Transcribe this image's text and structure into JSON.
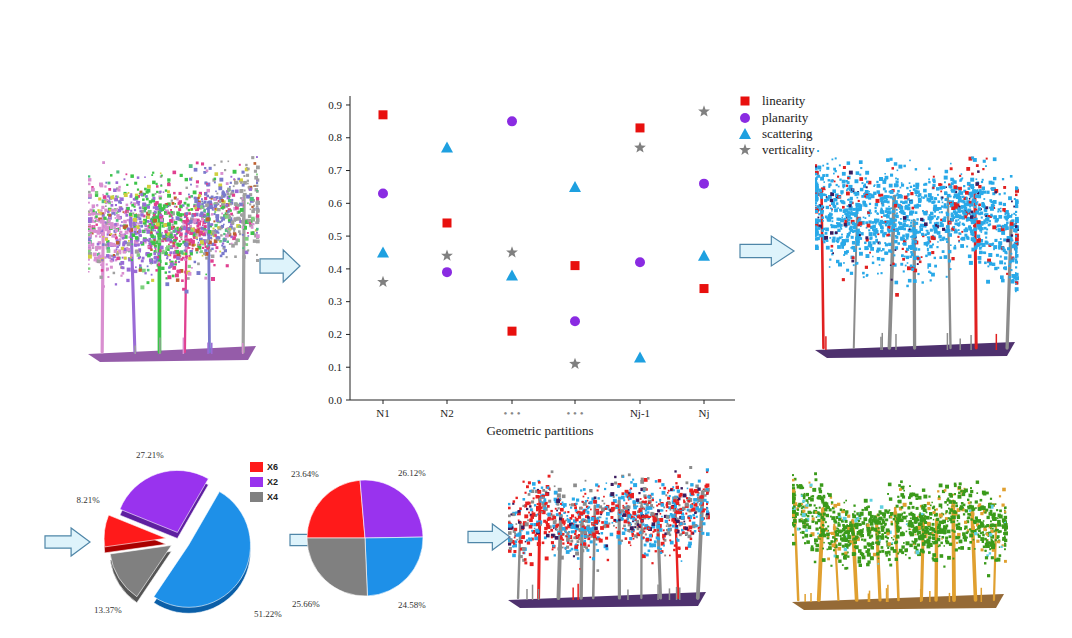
{
  "diagram": {
    "labels": [
      "0.9",
      "0.8",
      "0.7",
      "0.6",
      "0.5",
      "0.4",
      "0.3",
      "0.2",
      "0.1",
      "0.0",
      "N1",
      "N2",
      "• • •",
      "• • •",
      "Nj-1",
      "Nj",
      "Geometric partitions",
      "27.21%",
      "8.21%",
      "13.37%",
      "51.22%",
      "23.64%",
      "26.12%",
      "25.66%",
      "24.58%"
    ],
    "legend": [
      {
        "text": "linearity"
      },
      {
        "text": "planarity"
      },
      {
        "text": "scattering"
      },
      {
        "text": "verticality"
      },
      {
        "text": "X6",
        "color": "#ff1a1a"
      },
      {
        "text": "X2",
        "color": "#9933ee"
      },
      {
        "text": "X4",
        "color": "#808080"
      }
    ]
  }
}
